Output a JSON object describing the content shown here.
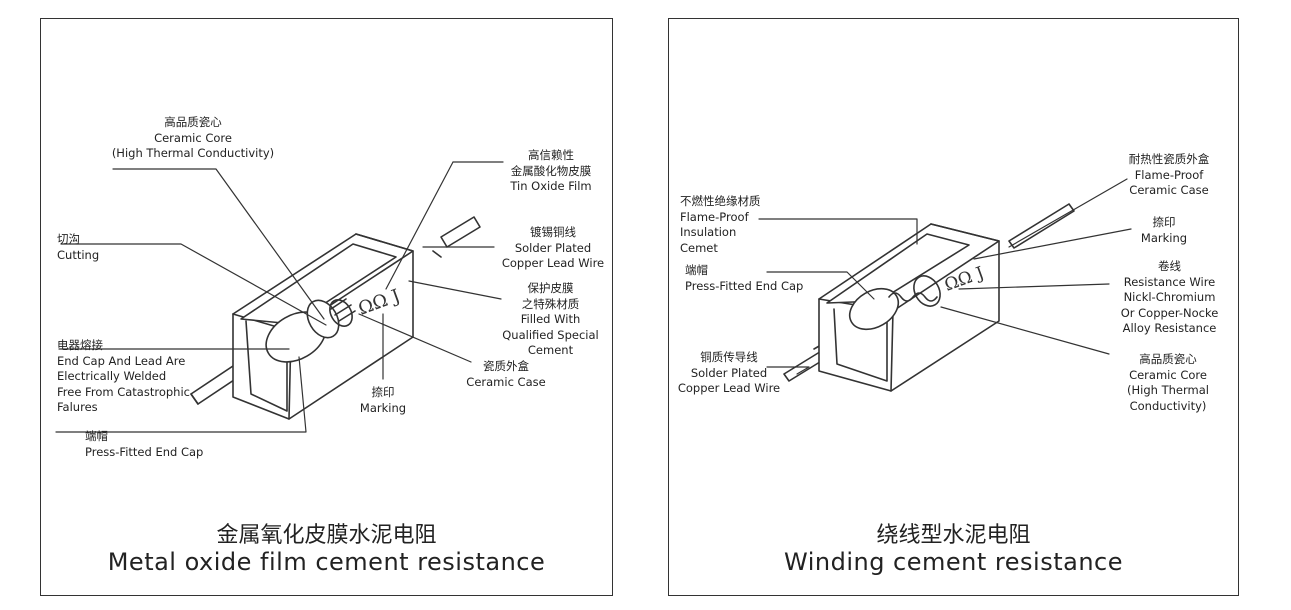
{
  "left_panel": {
    "title_cn": "金属氧化皮膜水泥电阻",
    "title_en": "Metal oxide film cement resistance",
    "marking_text": "ΩΩ J",
    "labels": {
      "ceramic_core": [
        "高品质瓷心",
        "Ceramic Core",
        "(High Thermal Conductivity)"
      ],
      "tin_oxide_film": [
        "高信赖性",
        "金属酸化物皮膜",
        "Tin Oxide Film"
      ],
      "cutting": [
        "切沟",
        "Cutting"
      ],
      "solder_plated": [
        "镀锡铜线",
        "Solder Plated",
        "Copper Lead Wire"
      ],
      "filled_with": [
        "保护皮膜",
        "之特殊材质",
        "Filled With",
        "Qualified Special",
        "Cement"
      ],
      "welded": [
        "电器熔接",
        "End Cap And Lead Are",
        "Electrically Welded",
        "Free From Catastrophic",
        "Falures"
      ],
      "ceramic_case": [
        "瓷质外盒",
        "Ceramic Case"
      ],
      "marking": [
        "捺印",
        "Marking"
      ],
      "end_cap": [
        "端帽",
        "Press-Fitted End Cap"
      ]
    }
  },
  "right_panel": {
    "title_cn": "绕线型水泥电阻",
    "title_en": "Winding cement resistance",
    "marking_text": "ΩΩ J",
    "labels": {
      "flame_case": [
        "耐热性瓷质外盒",
        "Flame-Proof",
        "Ceramic Case"
      ],
      "insulation": [
        "不燃性绝缘材质",
        "Flame-Proof",
        "Insulation",
        "Cemet"
      ],
      "marking": [
        "捺印",
        "Marking"
      ],
      "end_cap": [
        "端帽",
        "Press-Fitted End Cap"
      ],
      "resistance_wire": [
        "卷线",
        "Resistance Wire",
        "Nickl-Chromium",
        "Or Copper-Nocke",
        "Alloy Resistance"
      ],
      "solder_lead": [
        "铜质传导线",
        "Solder Plated",
        "Copper Lead Wire"
      ],
      "ceramic_core": [
        "高品质瓷心",
        "Ceramic Core",
        "(High Thermal",
        "Conductivity)"
      ]
    }
  }
}
